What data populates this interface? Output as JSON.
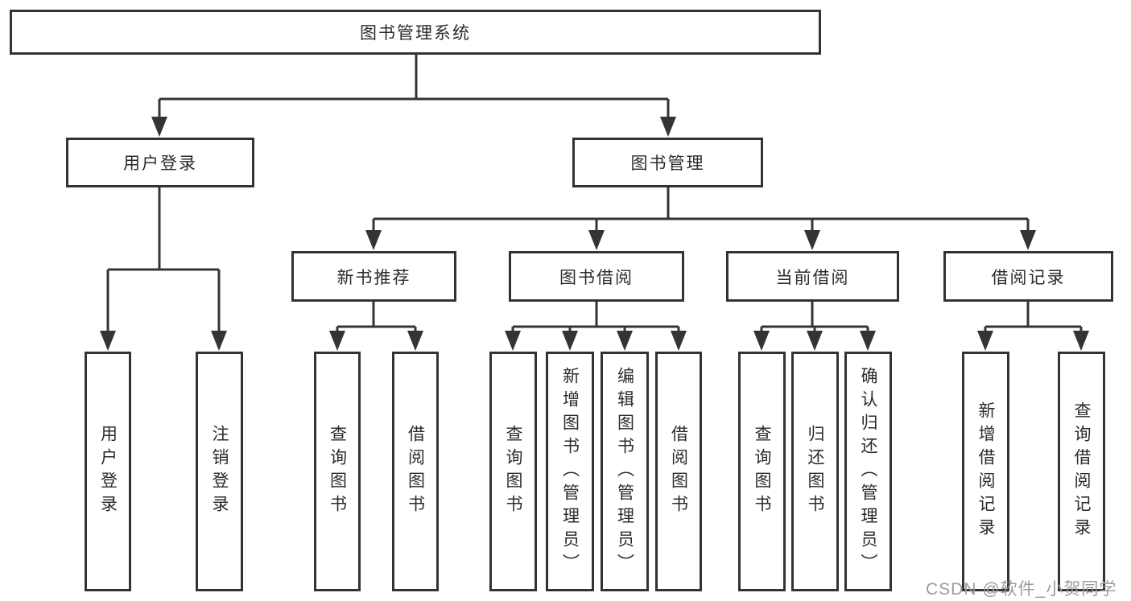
{
  "colors": {
    "line": "#343434",
    "box_border": "#333333",
    "text": "#2b2b2b",
    "background": "#ffffff",
    "watermark": "#9c9c9c"
  },
  "root": {
    "label": "图书管理系统"
  },
  "level2": {
    "user_login": {
      "label": "用户登录"
    },
    "book_management": {
      "label": "图书管理"
    }
  },
  "level3": {
    "new_book_recommend": {
      "label": "新书推荐"
    },
    "book_borrowing": {
      "label": "图书借阅"
    },
    "current_borrowing": {
      "label": "当前借阅"
    },
    "borrowing_records": {
      "label": "借阅记录"
    }
  },
  "leaves": {
    "user_login": [
      {
        "label": "用户登录"
      },
      {
        "label": "注销登录"
      }
    ],
    "new_book_recommend": [
      {
        "label": "查询图书"
      },
      {
        "label": "借阅图书"
      }
    ],
    "book_borrowing": [
      {
        "label": "查询图书"
      },
      {
        "label": "新增图书（管理员）"
      },
      {
        "label": "编辑图书（管理员）"
      },
      {
        "label": "借阅图书"
      }
    ],
    "current_borrowing": [
      {
        "label": "查询图书"
      },
      {
        "label": "归还图书"
      },
      {
        "label": "确认归还（管理员）"
      }
    ],
    "borrowing_records": [
      {
        "label": "新增借阅记录"
      },
      {
        "label": "查询借阅记录"
      }
    ]
  },
  "watermark": {
    "text": "CSDN @软件_小贺同学"
  }
}
